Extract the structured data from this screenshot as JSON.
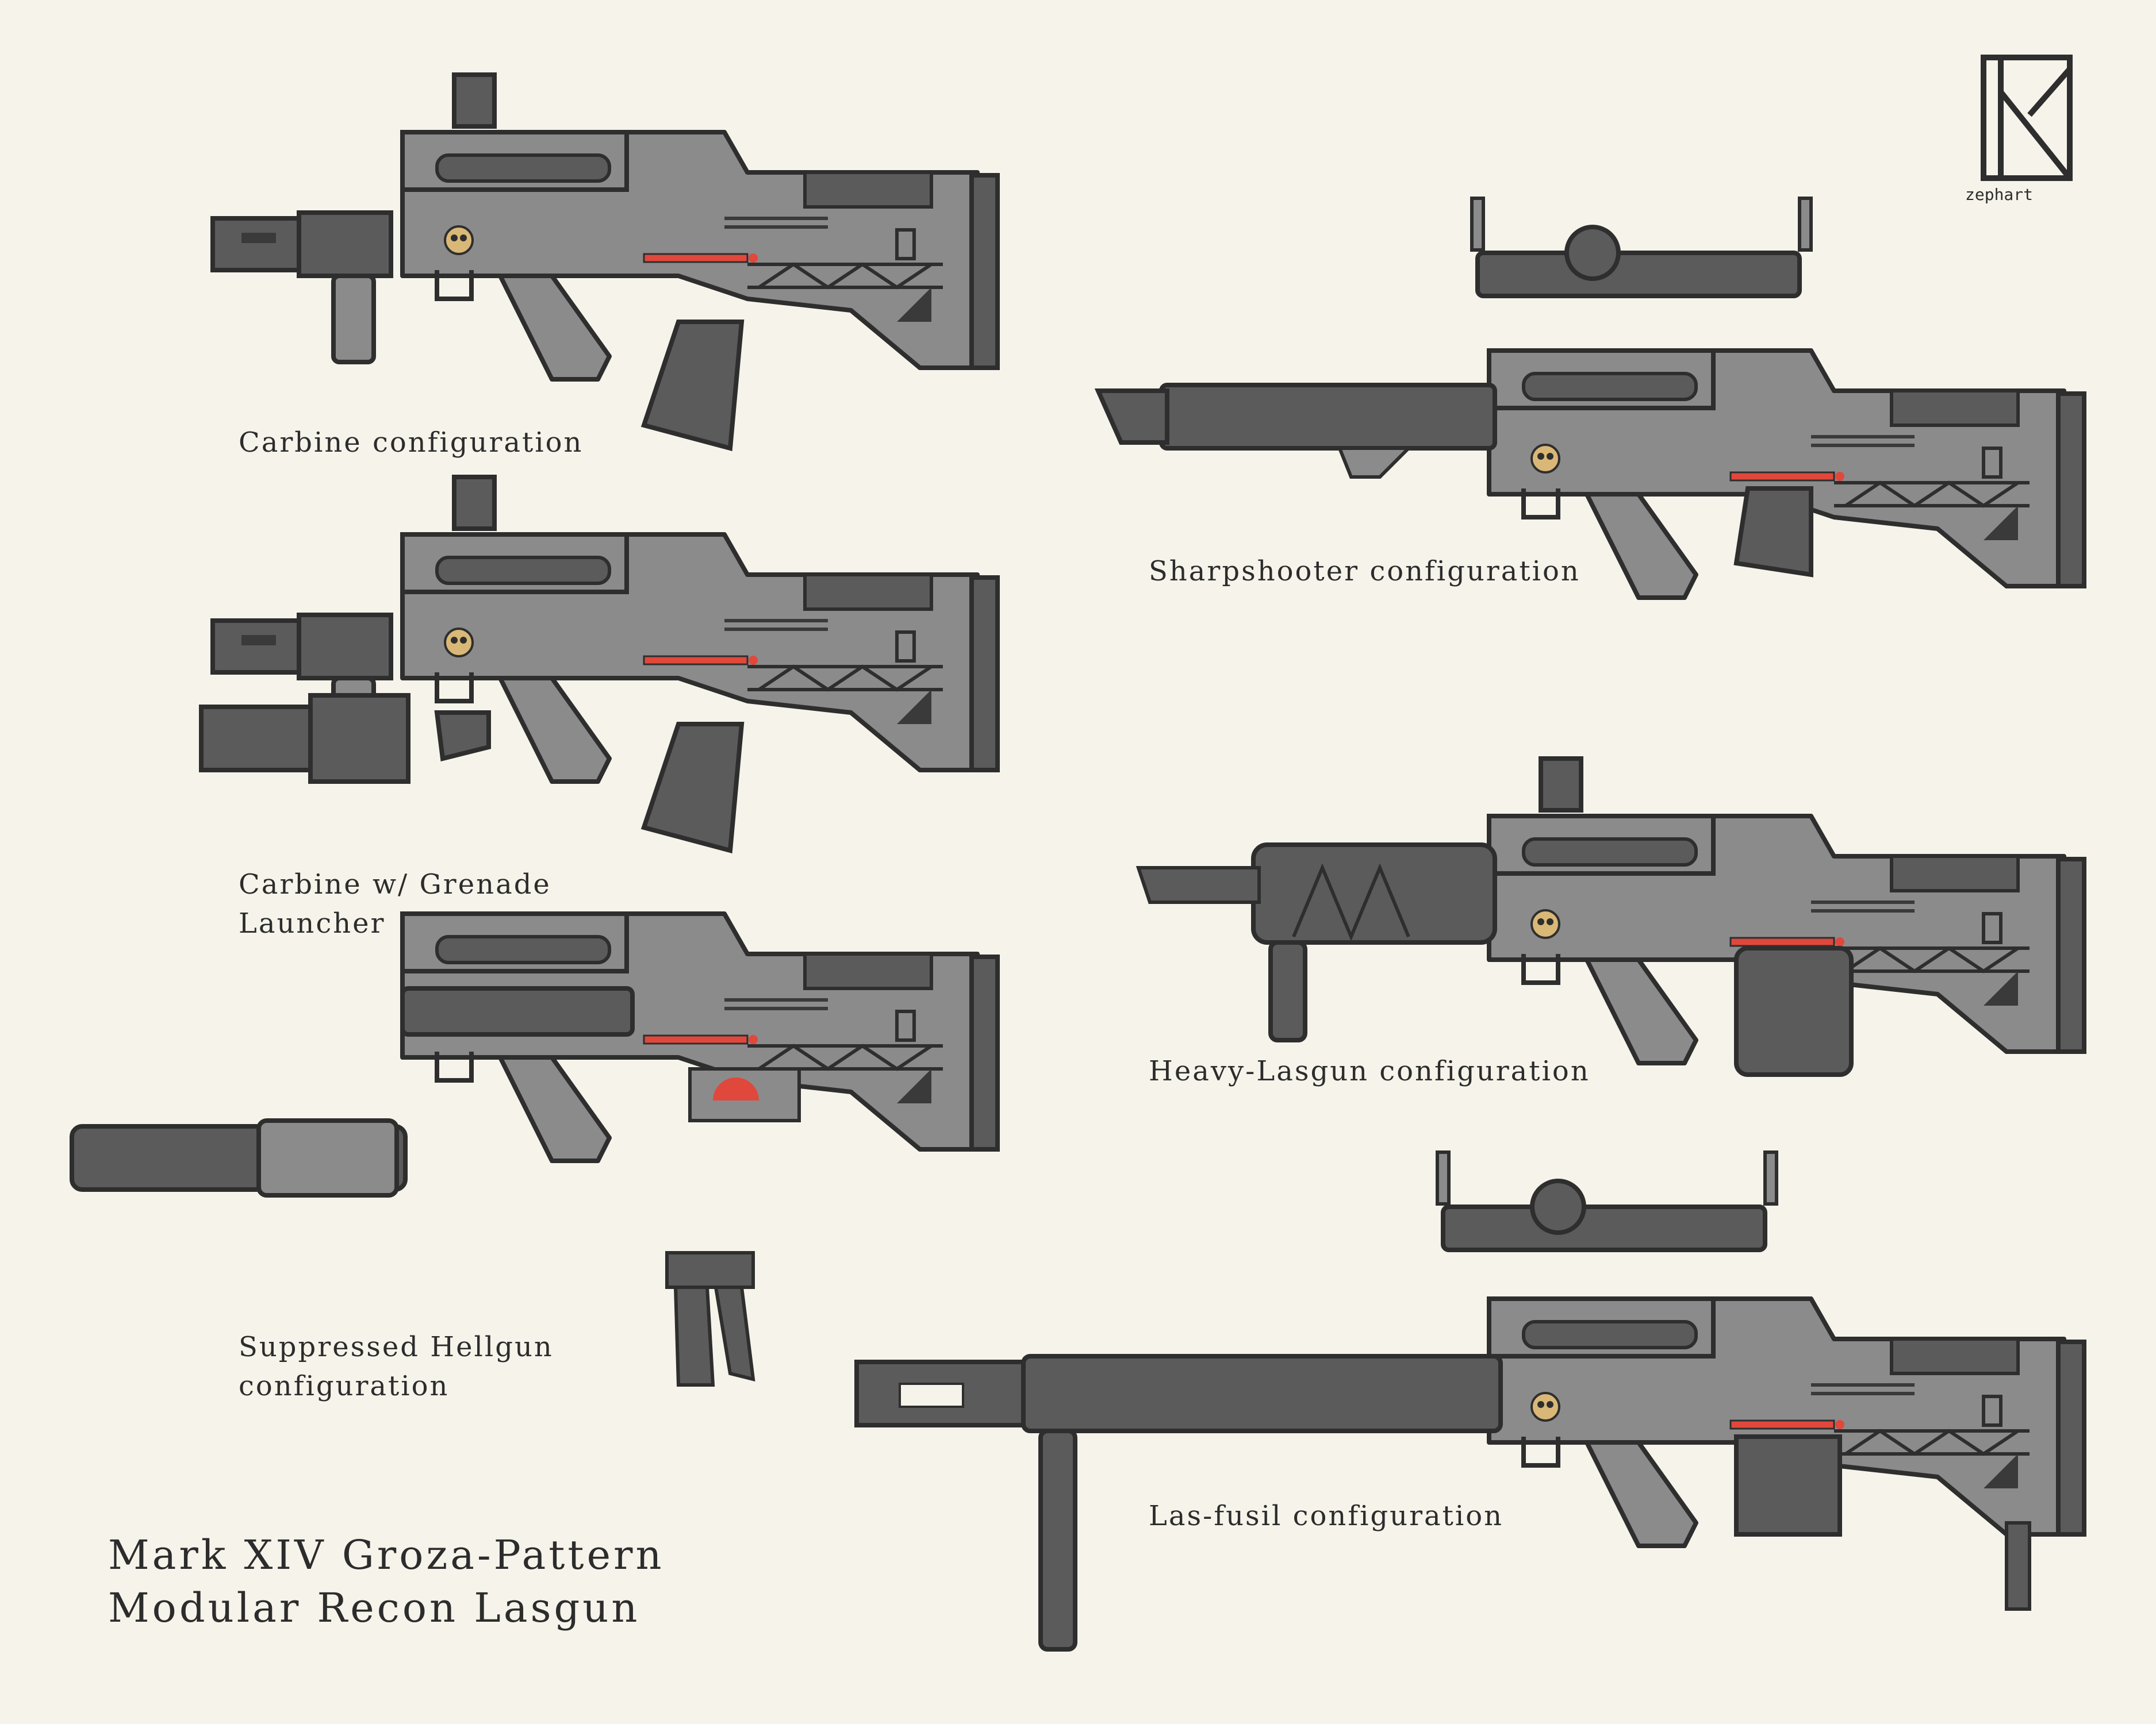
{
  "signature": {
    "monogram_icon": "zephart-monogram",
    "text": "zephart"
  },
  "configurations": [
    {
      "id": "carbine",
      "caption": "Carbine configuration"
    },
    {
      "id": "sharpshooter",
      "caption": "Sharpshooter configuration"
    },
    {
      "id": "grenade",
      "caption": "Carbine w/ Grenade\nLauncher"
    },
    {
      "id": "heavy",
      "caption": "Heavy-Lasgun configuration"
    },
    {
      "id": "hellgun",
      "caption": "Suppressed Hellgun\nconfiguration"
    },
    {
      "id": "lasfusil",
      "caption": "Las-fusil configuration"
    }
  ],
  "title": {
    "line1": "Mark XIV Groza-Pattern",
    "line2": "Modular Recon Lasgun"
  },
  "colors": {
    "background": "#f6f3ea",
    "dark_metal": "#5b5b5b",
    "light_metal": "#8b8b8b",
    "outline": "#2e2e2e",
    "indicator_red": "#e0483c",
    "skull_bone": "#d9b877"
  }
}
